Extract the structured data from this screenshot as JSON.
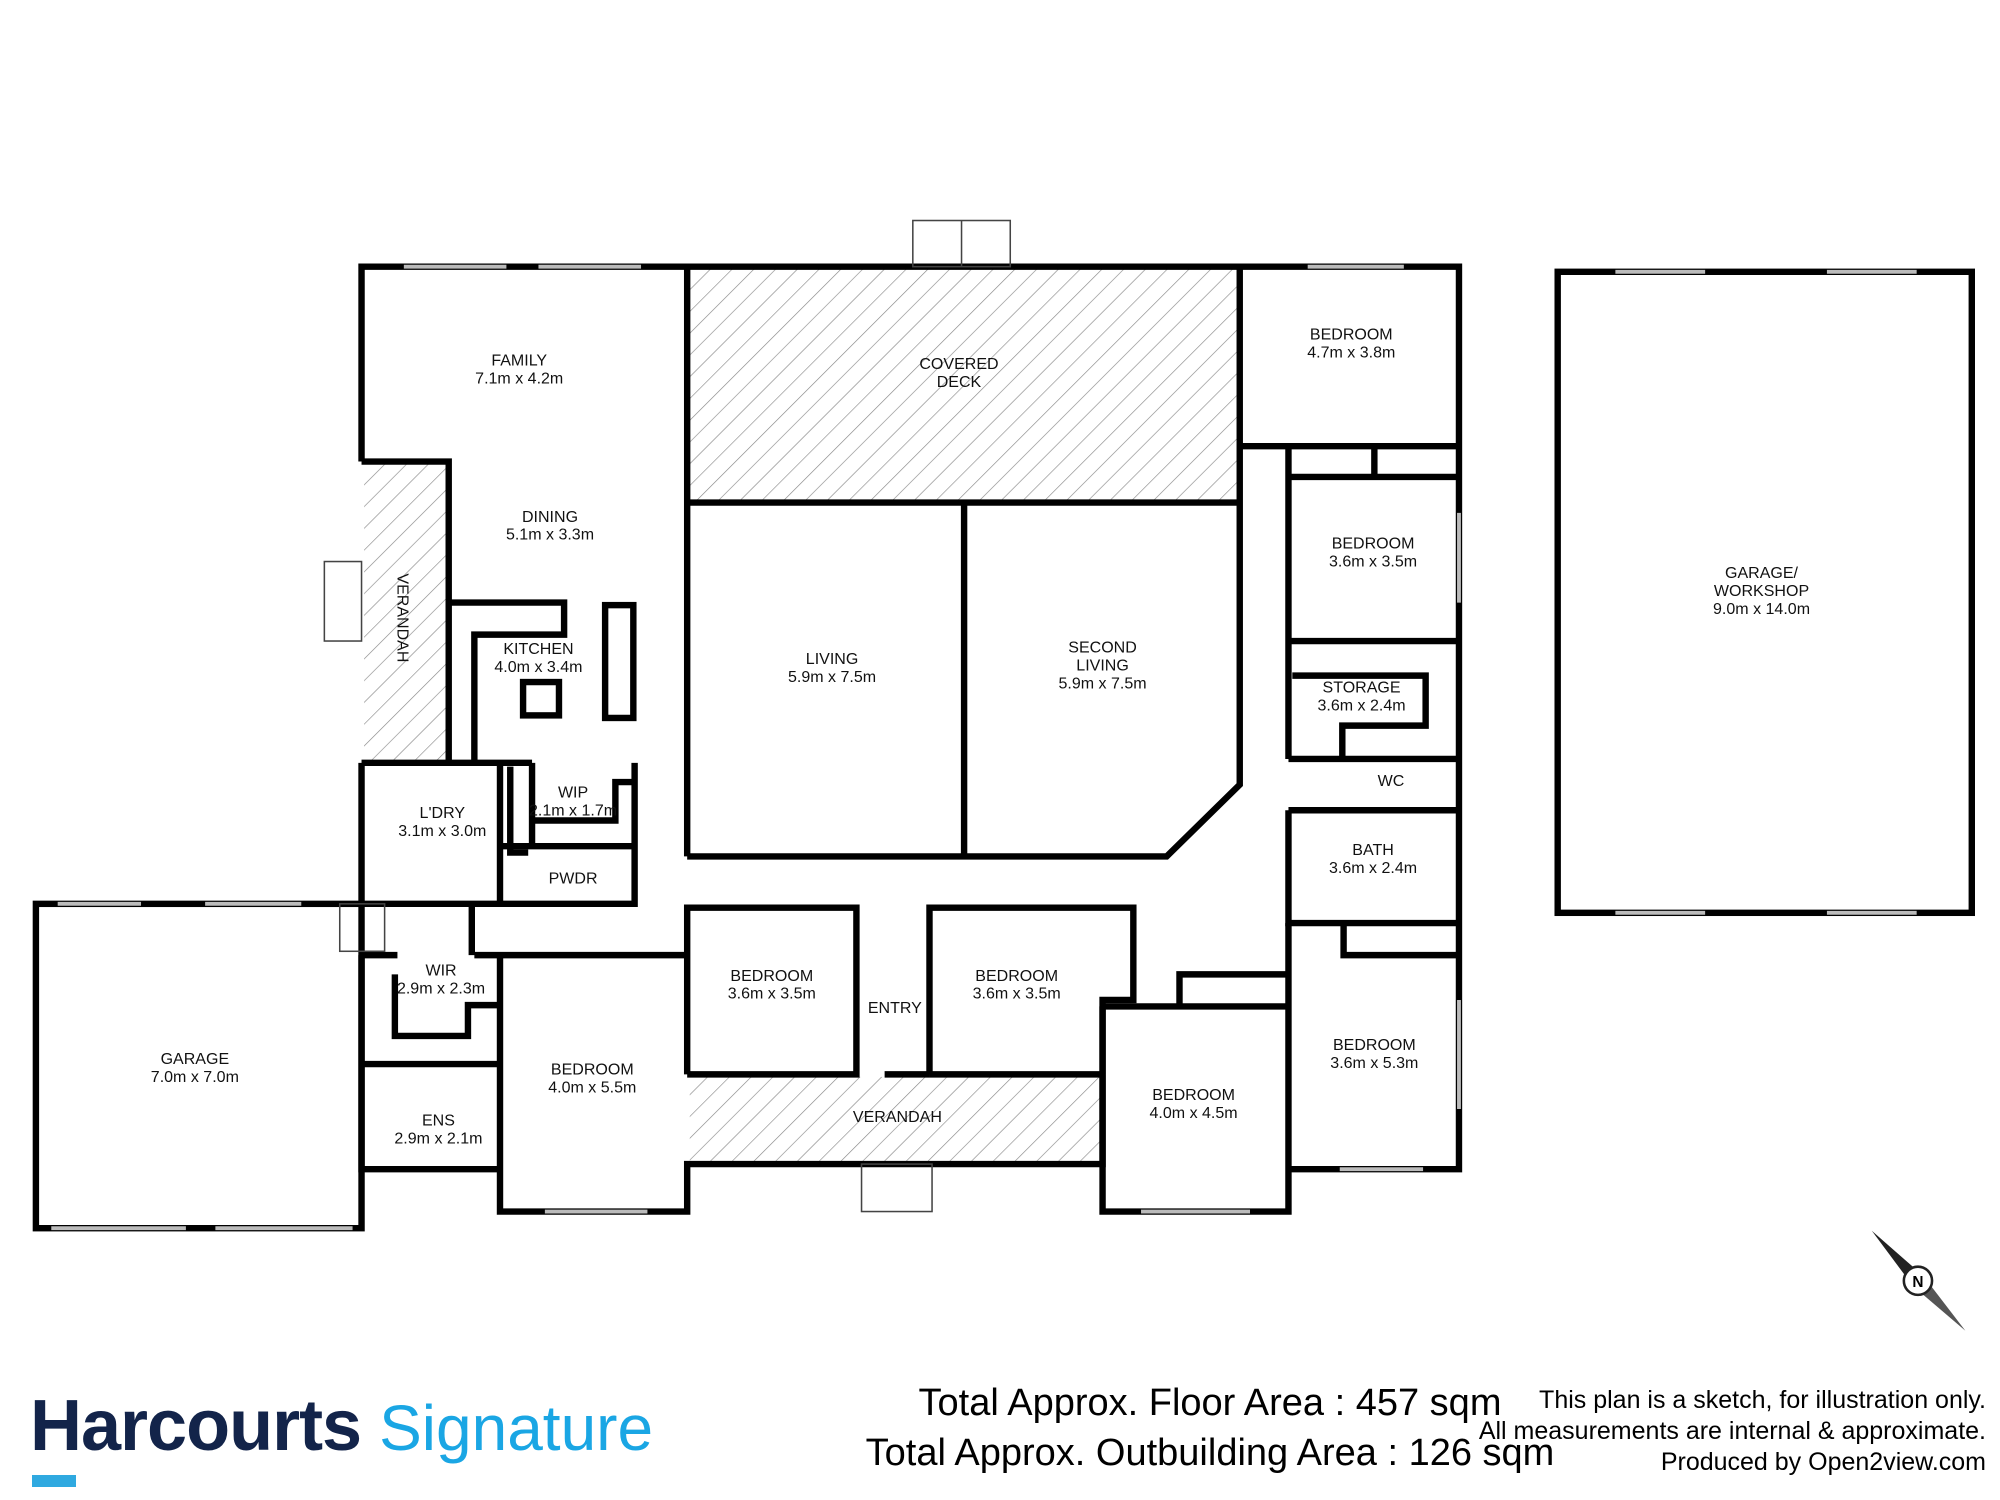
{
  "plan": {
    "rooms": [
      {
        "id": "family",
        "name": "FAMILY",
        "dims": "7.1m x 4.2m"
      },
      {
        "id": "dining",
        "name": "DINING",
        "dims": "5.1m x 3.3m"
      },
      {
        "id": "covered-deck",
        "name": "COVERED",
        "name2": "DECK"
      },
      {
        "id": "bedroom-1",
        "name": "BEDROOM",
        "dims": "4.7m x 3.8m"
      },
      {
        "id": "bedroom-2",
        "name": "BEDROOM",
        "dims": "3.6m x 3.5m"
      },
      {
        "id": "storage",
        "name": "STORAGE",
        "dims": "3.6m x 2.4m"
      },
      {
        "id": "wc",
        "name": "WC"
      },
      {
        "id": "bath",
        "name": "BATH",
        "dims": "3.6m x 2.4m"
      },
      {
        "id": "bedroom-3",
        "name": "BEDROOM",
        "dims": "3.6m x 5.3m"
      },
      {
        "id": "bedroom-4",
        "name": "BEDROOM",
        "dims": "4.0m x 4.5m"
      },
      {
        "id": "bedroom-5",
        "name": "BEDROOM",
        "dims": "3.6m x 3.5m"
      },
      {
        "id": "entry",
        "name": "ENTRY"
      },
      {
        "id": "bedroom-6",
        "name": "BEDROOM",
        "dims": "3.6m x 3.5m"
      },
      {
        "id": "verandah-front",
        "name": "VERANDAH"
      },
      {
        "id": "bedroom-7",
        "name": "BEDROOM",
        "dims": "4.0m x 5.5m"
      },
      {
        "id": "wir",
        "name": "WIR",
        "dims": "2.9m x 2.3m"
      },
      {
        "id": "ens",
        "name": "ENS",
        "dims": "2.9m x 2.1m"
      },
      {
        "id": "garage",
        "name": "GARAGE",
        "dims": "7.0m x 7.0m"
      },
      {
        "id": "laundry",
        "name": "L'DRY",
        "dims": "3.1m x 3.0m"
      },
      {
        "id": "wip",
        "name": "WIP",
        "dims": "2.1m x 1.7m"
      },
      {
        "id": "pwdr",
        "name": "PWDR"
      },
      {
        "id": "kitchen",
        "name": "KITCHEN",
        "dims": "4.0m x 3.4m"
      },
      {
        "id": "living",
        "name": "LIVING",
        "dims": "5.9m x 7.5m"
      },
      {
        "id": "second-living",
        "name": "SECOND",
        "name2": "LIVING",
        "dims": "5.9m x 7.5m"
      },
      {
        "id": "verandah-side",
        "name": "VERANDAH"
      },
      {
        "id": "garage-workshop",
        "name": "GARAGE/",
        "name2": "WORKSHOP",
        "dims": "9.0m x 14.0m"
      }
    ],
    "compass_letter": "N"
  },
  "footer": {
    "brand_main": "Harcourts",
    "brand_sub": "Signature",
    "floor_area": "Total Approx. Floor Area : 457 sqm",
    "outbuilding_area": "Total Approx. Outbuilding Area : 126 sqm",
    "disclaimer_1": "This plan is a sketch, for illustration only.",
    "disclaimer_2": "All measurements are internal & approximate.",
    "disclaimer_3": "Produced by Open2view.com"
  },
  "colors": {
    "brand_navy": "#13244a",
    "brand_blue": "#1aa6e4"
  }
}
